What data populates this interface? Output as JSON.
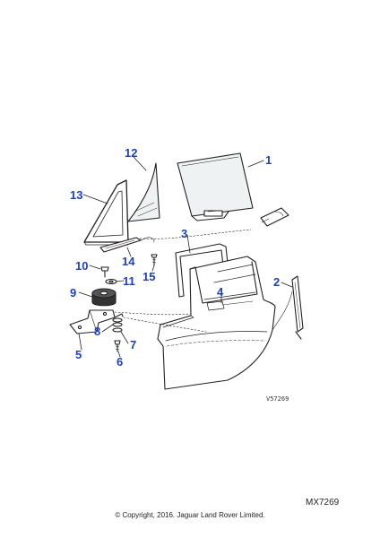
{
  "callouts": {
    "c1": "1",
    "c2": "2",
    "c3": "3",
    "c4": "4",
    "c5": "5",
    "c6": "6",
    "c7": "7",
    "c8": "8",
    "c9": "9",
    "c10": "10",
    "c11": "11",
    "c12": "12",
    "c13": "13",
    "c14": "14",
    "c15": "15"
  },
  "drawing_ref": "V57269",
  "diagram_code": "MX7269",
  "copyright": "© Copyright, 2016. Jaguar Land Rover Limited.",
  "colors": {
    "callout": "#1a3fd0",
    "line": "#222222",
    "glass": "#e9eef0"
  }
}
